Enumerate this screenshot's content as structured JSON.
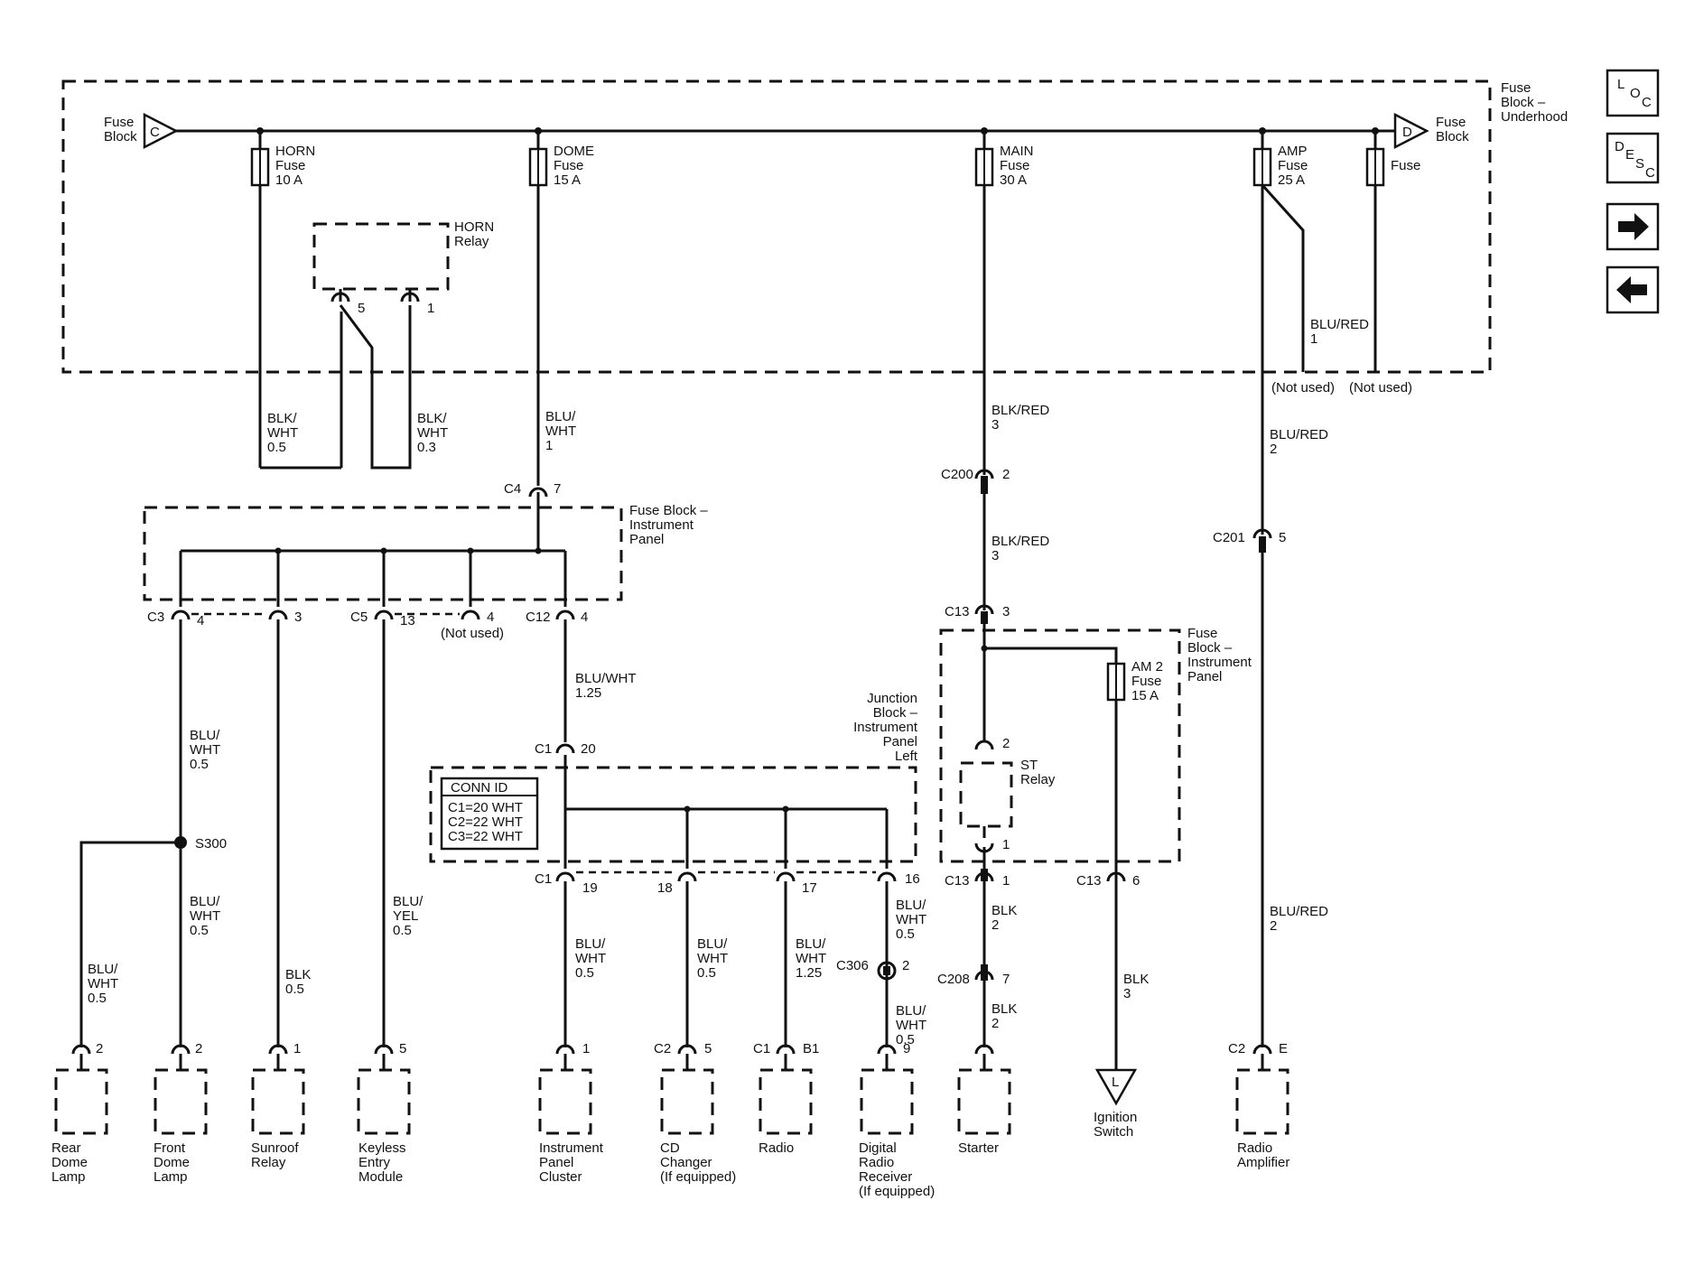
{
  "nav": {
    "loc": [
      "L",
      "O",
      "C"
    ],
    "desc": [
      "D",
      "E",
      "S",
      "C"
    ],
    "forward_icon": "right-arrow-icon",
    "back_icon": "left-arrow-icon"
  },
  "underhood": {
    "title": [
      "Fuse",
      "Block –",
      "Underhood"
    ],
    "left_conn": "C",
    "left_label": [
      "Fuse",
      "Block"
    ],
    "right_conn": "D",
    "right_label": [
      "Fuse",
      "Block"
    ]
  },
  "fuses": {
    "horn": [
      "HORN",
      "Fuse",
      "10 A"
    ],
    "dome": [
      "DOME",
      "Fuse",
      "15 A"
    ],
    "main": [
      "MAIN",
      "Fuse",
      "30 A"
    ],
    "amp": [
      "AMP",
      "Fuse",
      "25 A"
    ],
    "spare": [
      "Fuse"
    ],
    "am2": [
      "AM 2",
      "Fuse",
      "15 A"
    ]
  },
  "horn_relay": {
    "label": [
      "HORN",
      "Relay"
    ],
    "pin5": "5",
    "pin1": "1",
    "wire_left": [
      "BLK/",
      "WHT",
      "0.5"
    ],
    "wire_right": [
      "BLK/",
      "WHT",
      "0.3"
    ]
  },
  "dome_wire": [
    "BLU/",
    "WHT",
    "1"
  ],
  "main_wire": [
    "BLK/RED",
    "3"
  ],
  "amp_wire": [
    "BLU/RED",
    "1"
  ],
  "not_used_1": "(Not used)",
  "not_used_2": "(Not used)",
  "c4": {
    "conn": "C4",
    "pin": "7"
  },
  "fb_ip": {
    "title": [
      "Fuse Block –",
      "Instrument",
      "Panel"
    ]
  },
  "c3": {
    "conn": "C3",
    "pin_a": "4",
    "pin_b": "3"
  },
  "c5": {
    "conn": "C5",
    "pin_a": "13",
    "pin_b": "4",
    "note": "(Not used)"
  },
  "c12": {
    "conn": "C12",
    "pin": "4"
  },
  "c12_wire": [
    "BLU/WHT",
    "1.25"
  ],
  "s300_wire_top": [
    "BLU/",
    "WHT",
    "0.5"
  ],
  "s300": "S300",
  "s300_wire_bottom": [
    "BLU/",
    "WHT",
    "0.5"
  ],
  "rear_wire": [
    "BLU/",
    "WHT",
    "0.5"
  ],
  "sunroof_wire": [
    "BLK",
    "0.5"
  ],
  "keyless_wire": [
    "BLU/",
    "YEL",
    "0.5"
  ],
  "c200": {
    "conn": "C200",
    "pin": "2"
  },
  "c200_wire": [
    "BLK/RED",
    "3"
  ],
  "c13_top": {
    "conn": "C13",
    "pin": "3"
  },
  "c201": {
    "conn": "C201",
    "pin": "5"
  },
  "c201_wire_top": [
    "BLU/RED",
    "2"
  ],
  "c201_wire_bottom": [
    "BLU/RED",
    "2"
  ],
  "junction_block": {
    "title": [
      "Junction",
      "Block –",
      "Instrument",
      "Panel",
      "Left"
    ]
  },
  "c1_top": {
    "conn": "C1",
    "pin": "20"
  },
  "conn_id": {
    "header": "CONN ID",
    "rows": [
      "C1=20 WHT",
      "C2=22 WHT",
      "C3=22 WHT"
    ]
  },
  "c1_bottom": {
    "conn": "C1",
    "pins": [
      "19",
      "18",
      "17",
      "16"
    ]
  },
  "jb_wires": {
    "ipc": [
      "BLU/",
      "WHT",
      "0.5"
    ],
    "cd": [
      "BLU/",
      "WHT",
      "0.5"
    ],
    "radio": [
      "BLU/",
      "WHT",
      "1.25"
    ],
    "drr_top": [
      "BLU/",
      "WHT",
      "0.5"
    ],
    "drr_bottom": [
      "BLU/",
      "WHT",
      "0.5"
    ]
  },
  "c306": {
    "conn": "C306",
    "pin": "2"
  },
  "fb_ip2": {
    "title": [
      "Fuse",
      "Block –",
      "Instrument",
      "Panel"
    ]
  },
  "st_relay": {
    "label": [
      "ST",
      "Relay"
    ],
    "pin_top": "2",
    "pin_bottom": "1"
  },
  "c13_b1": {
    "conn": "C13",
    "pin": "1"
  },
  "c13_b6": {
    "conn": "C13",
    "pin": "6"
  },
  "starter_wire_top": [
    "BLK",
    "2"
  ],
  "c208": {
    "conn": "C208",
    "pin": "7"
  },
  "starter_wire_bottom": [
    "BLK",
    "2"
  ],
  "ign_wire": [
    "BLK",
    "3"
  ],
  "ign_conn": "L",
  "components": {
    "rear_dome": {
      "pin": "2",
      "label": [
        "Rear",
        "Dome",
        "Lamp"
      ]
    },
    "front_dome": {
      "pin": "2",
      "label": [
        "Front",
        "Dome",
        "Lamp"
      ]
    },
    "sunroof": {
      "pin": "1",
      "label": [
        "Sunroof",
        "Relay"
      ]
    },
    "keyless": {
      "pin": "5",
      "label": [
        "Keyless",
        "Entry",
        "Module"
      ]
    },
    "ipc": {
      "pin": "1",
      "label": [
        "Instrument",
        "Panel",
        "Cluster"
      ]
    },
    "cd": {
      "conn": "C2",
      "pin": "5",
      "label": [
        "CD",
        "Changer",
        "(If equipped)"
      ]
    },
    "radio": {
      "conn": "C1",
      "pin": "B1",
      "label": [
        "Radio"
      ]
    },
    "drr": {
      "pin": "9",
      "label": [
        "Digital",
        "Radio",
        "Receiver",
        "(If equipped)"
      ]
    },
    "starter": {
      "label": [
        "Starter"
      ]
    },
    "ignition": {
      "label": [
        "Ignition",
        "Switch"
      ]
    },
    "amp": {
      "conn": "C2",
      "pin": "E",
      "label": [
        "Radio",
        "Amplifier"
      ]
    }
  }
}
